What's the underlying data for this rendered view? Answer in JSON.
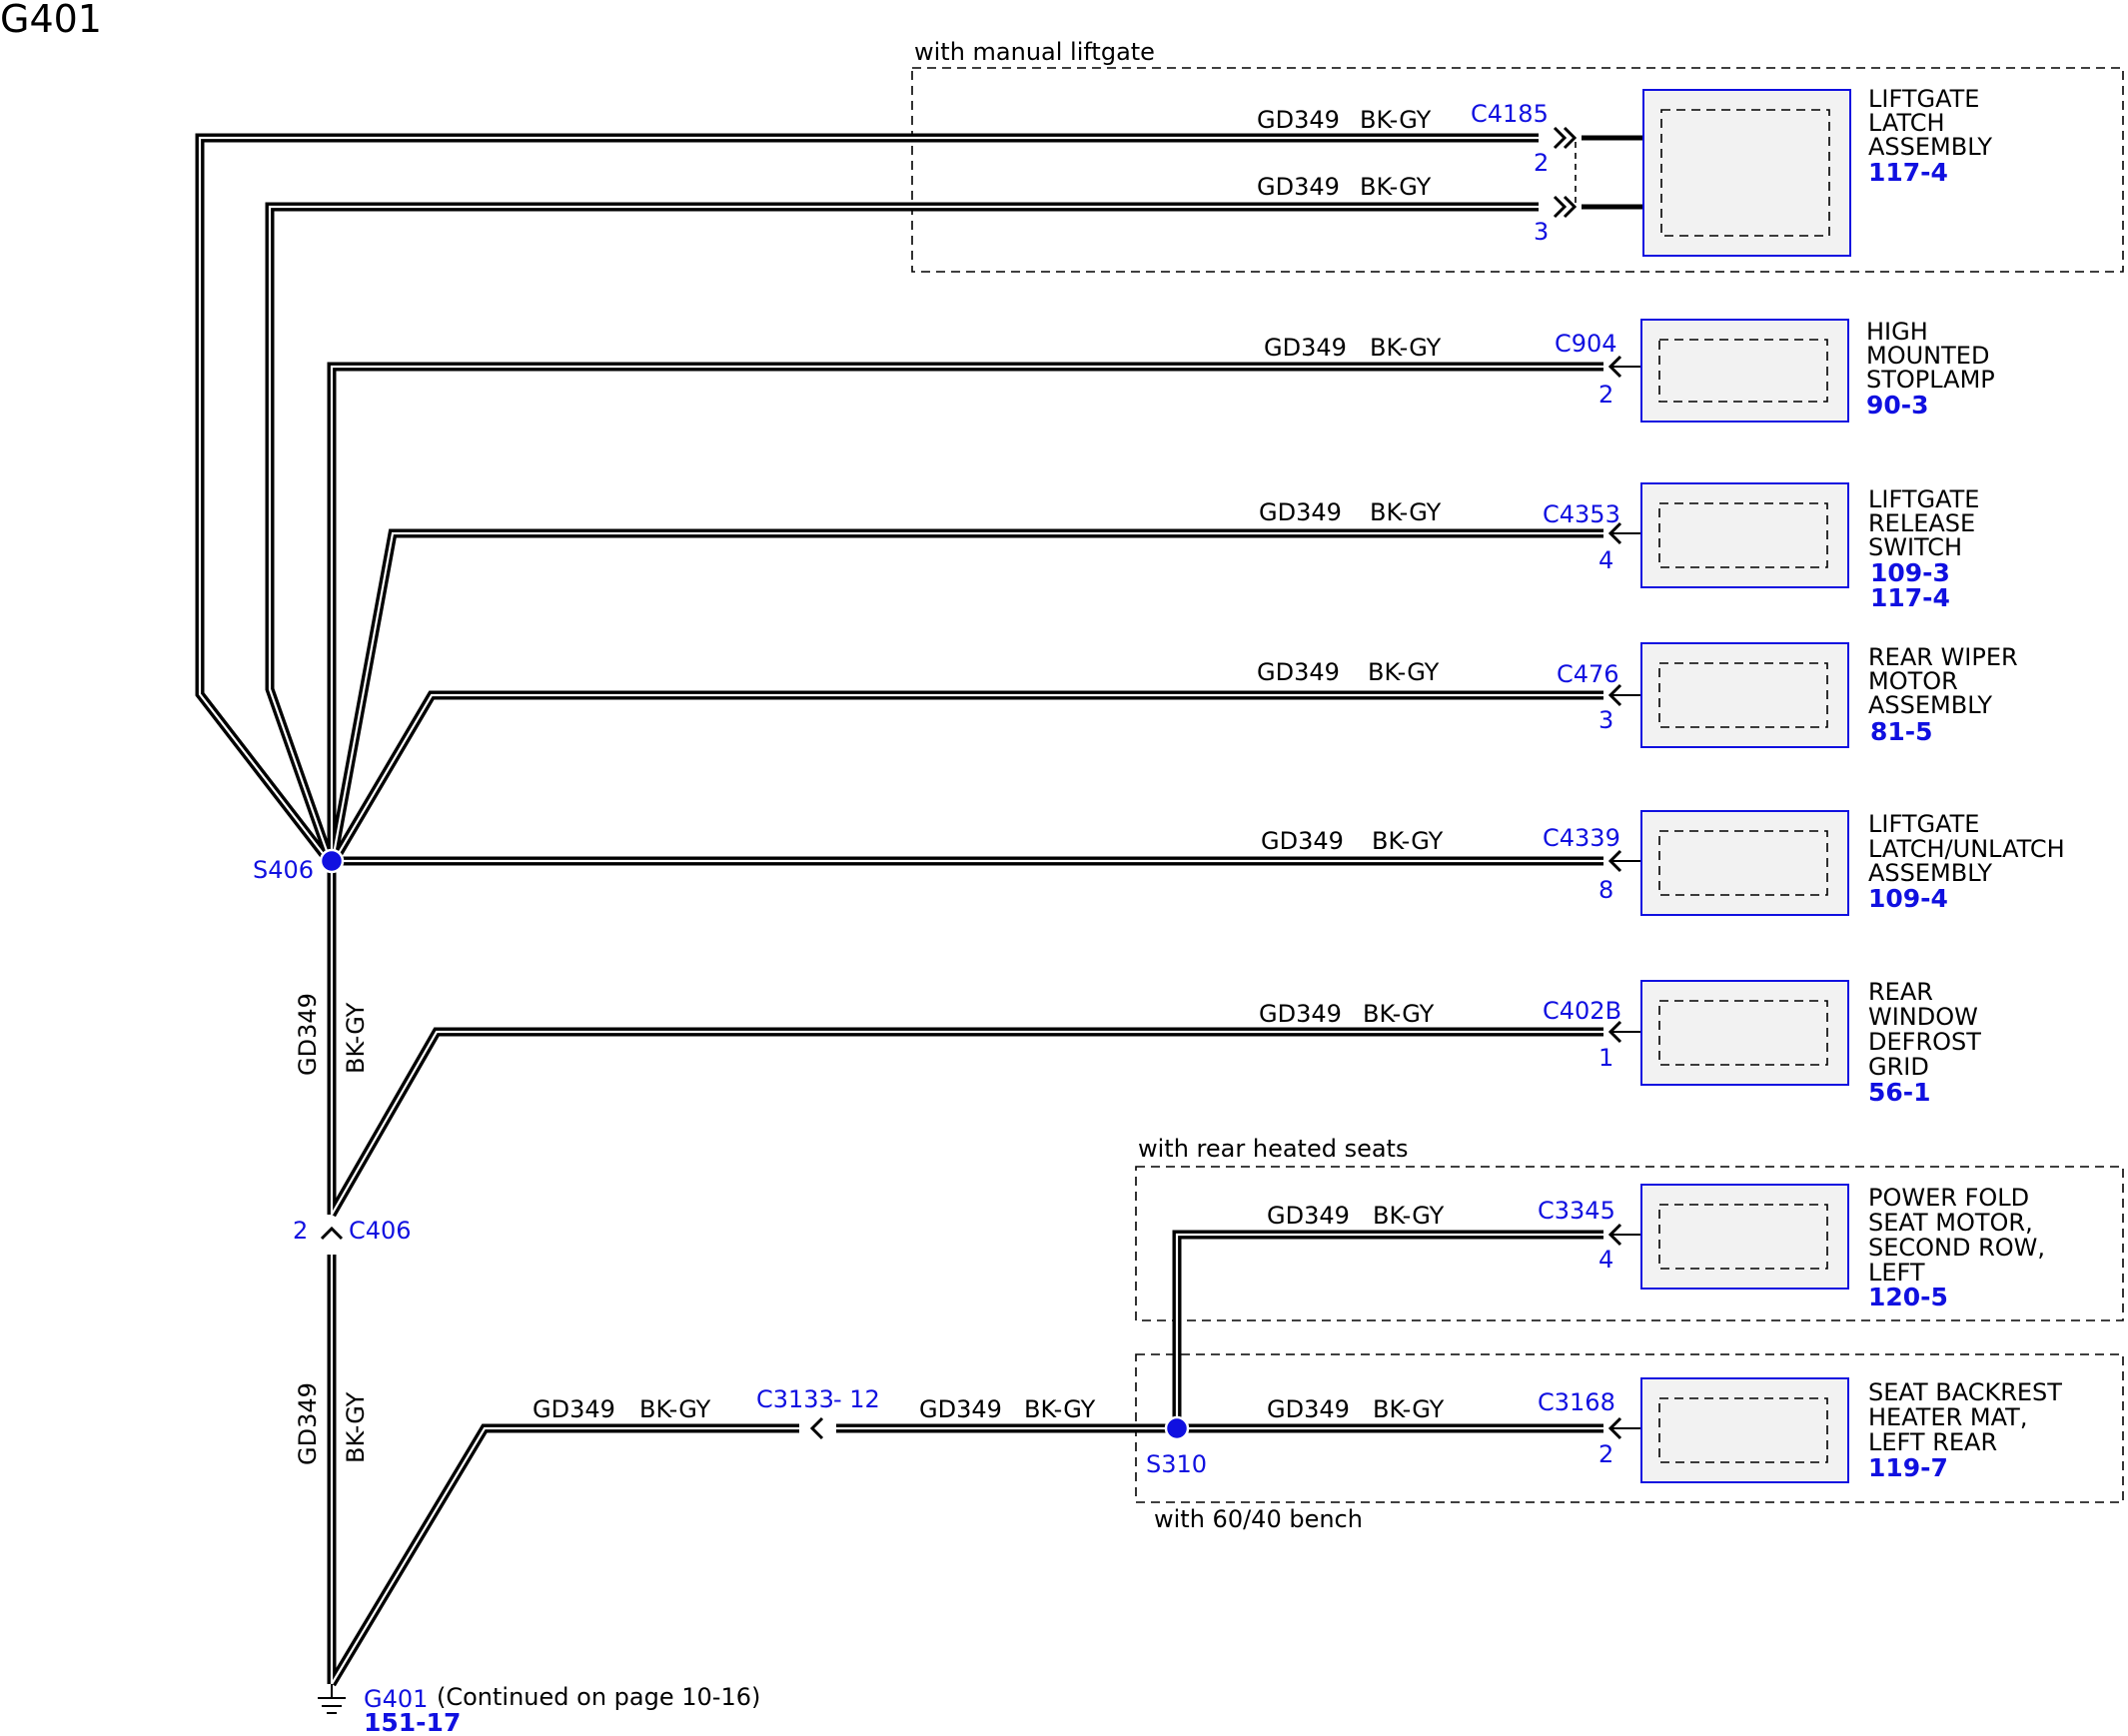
{
  "page_title": "G401",
  "colors": {
    "wire": "#000000",
    "blue": "#1010e0",
    "component_fill": "#f2f2f2"
  },
  "groups": {
    "manual_liftgate": "with manual liftgate",
    "rear_heated_seats": "with rear heated seats",
    "bench_6040": "with 60/40 bench"
  },
  "circuit": "GD349",
  "wire_color": "BK-GY",
  "components": [
    {
      "lines": [
        "LIFTGATE",
        "LATCH",
        "ASSEMBLY"
      ],
      "refs": [
        "117-4"
      ],
      "connector": "C4185",
      "pins": [
        "2",
        "3"
      ]
    },
    {
      "lines": [
        "HIGH",
        "MOUNTED",
        "STOPLAMP"
      ],
      "refs": [
        "90-3"
      ],
      "connector": "C904",
      "pins": [
        "2"
      ]
    },
    {
      "lines": [
        "LIFTGATE",
        "RELEASE",
        "SWITCH"
      ],
      "refs": [
        "109-3",
        "117-4"
      ],
      "connector": "C4353",
      "pins": [
        "4"
      ]
    },
    {
      "lines": [
        "REAR WIPER",
        "MOTOR",
        "ASSEMBLY"
      ],
      "refs": [
        "81-5"
      ],
      "connector": "C476",
      "pins": [
        "3"
      ]
    },
    {
      "lines": [
        "LIFTGATE",
        "LATCH/UNLATCH",
        "ASSEMBLY"
      ],
      "refs": [
        "109-4"
      ],
      "connector": "C4339",
      "pins": [
        "8"
      ]
    },
    {
      "lines": [
        "REAR",
        "WINDOW",
        "DEFROST",
        "GRID"
      ],
      "refs": [
        "56-1"
      ],
      "connector": "C402B",
      "pins": [
        "1"
      ]
    },
    {
      "lines": [
        "POWER FOLD",
        "SEAT MOTOR,",
        "SECOND ROW,",
        "LEFT"
      ],
      "refs": [
        "120-5"
      ],
      "connector": "C3345",
      "pins": [
        "4"
      ]
    },
    {
      "lines": [
        "SEAT BACKREST",
        "HEATER MAT,",
        "LEFT REAR"
      ],
      "refs": [
        "119-7"
      ],
      "connector": "C3168",
      "pins": [
        "2"
      ]
    }
  ],
  "splices": {
    "s406": "S406",
    "s310": "S310"
  },
  "inline_connectors": {
    "c406": {
      "name": "C406",
      "pin": "2"
    },
    "c3133": {
      "name": "C3133",
      "pin": "- 12"
    }
  },
  "ground": {
    "name": "G401",
    "note": "(Continued on page 10-16)",
    "ref": "151-17"
  }
}
